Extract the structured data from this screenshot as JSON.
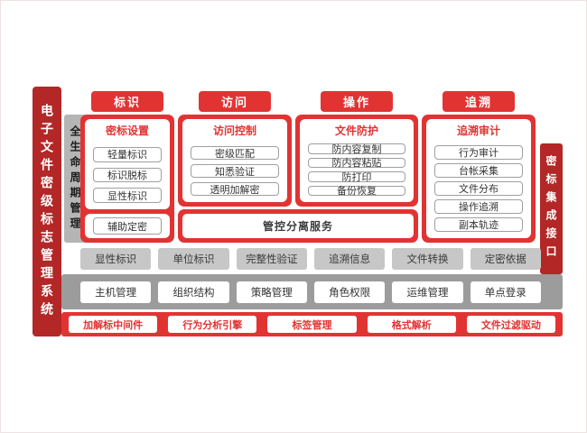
{
  "title_bar": {
    "text": "电子文件密级标志管理系统"
  },
  "lifecycle_bar": {
    "text": "全生命周期管理"
  },
  "integration_bar": {
    "text": "密标集成接口"
  },
  "columns": [
    {
      "header": "标识",
      "group": {
        "title": "密标设置",
        "items": [
          "轻量标识",
          "标识脱标",
          "显性标识"
        ]
      },
      "extra": "辅助定密"
    },
    {
      "header": "访问",
      "group": {
        "title": "访问控制",
        "items": [
          "密级匹配",
          "知悉验证",
          "透明加解密"
        ]
      }
    },
    {
      "header": "操作",
      "group": {
        "title": "文件防护",
        "items": [
          "防内容复制",
          "防内容粘贴",
          "防打印",
          "备份恢复"
        ]
      }
    },
    {
      "header": "追溯",
      "group": {
        "title": "追溯审计",
        "items": [
          "行为审计",
          "台帐采集",
          "文件分布",
          "操作追溯",
          "副本轨迹"
        ]
      }
    }
  ],
  "service_bar": {
    "text": "管控分离服务"
  },
  "support_row": {
    "items": [
      "显性标识",
      "单位标识",
      "完整性验证",
      "追溯信息",
      "文件转换",
      "定密依据"
    ]
  },
  "platform_row": {
    "items": [
      "主机管理",
      "组织结构",
      "策略管理",
      "角色权限",
      "运维管理",
      "单点登录"
    ]
  },
  "engine_row": {
    "items": [
      "加解标中间件",
      "行为分析引擎",
      "标签管理",
      "格式解析",
      "文件过滤驱动"
    ]
  },
  "colors": {
    "dark_red": "#b32727",
    "red": "#e23333",
    "gray_band": "#9c9c9c",
    "gray_box": "#c7c7c7",
    "gray_bar": "#b5b5b5"
  }
}
